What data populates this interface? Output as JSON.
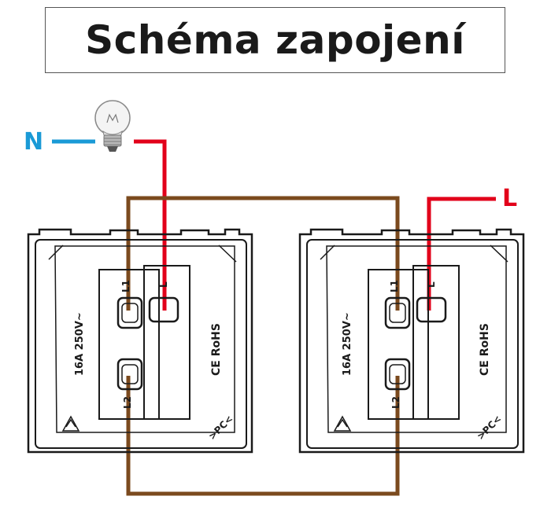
{
  "title": "Schéma zapojení",
  "labels": {
    "neutral": "N",
    "live": "L"
  },
  "switch": {
    "rating": "16A 250V~",
    "certs": "CE RoHS",
    "material": ">PC<",
    "terminal_l1": "L1",
    "terminal_l": "L",
    "terminal_l2": "L2"
  },
  "colors": {
    "neutral_wire": "#1a9ad6",
    "live_wire": "#e2001a",
    "traveler_wire": "#7b4a1e",
    "outline": "#1a1a1a"
  },
  "icons": [
    "light-bulb-icon",
    "recycle-icon",
    "ce-mark-icon"
  ]
}
